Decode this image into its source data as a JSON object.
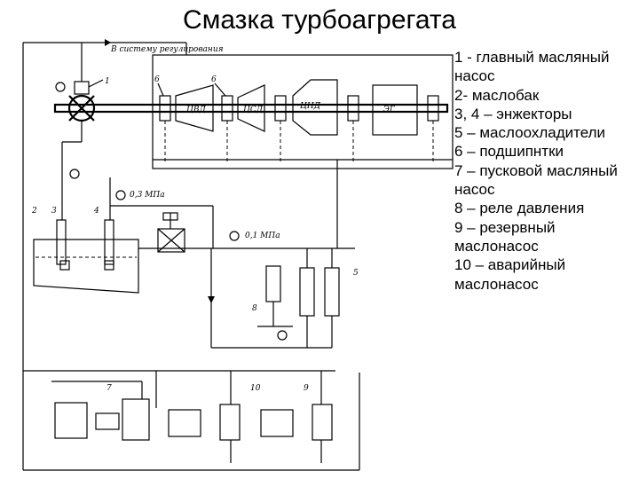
{
  "title": "Смазка турбоагрегата",
  "legend": [
    "1 - главный масляный насос",
    "2- маслобак",
    "3, 4 – энжекторы",
    "5 – маслоохладители",
    "6 – подшипнтки",
    "7 – пусковой масляный насос",
    "8 – реле давления",
    "9 – резервный маслонасос",
    "10 – аварийный маслонасос"
  ],
  "diagram": {
    "regulation_label": "В систему регулирования",
    "turbine_labels": [
      "ЦВД",
      "ЦСД",
      "ЦНД",
      "ЭГ"
    ],
    "pressure_1": "0,3 МПа",
    "pressure_2": "0,1 МПа",
    "numbers": [
      "1",
      "2",
      "3",
      "4",
      "5",
      "6",
      "6",
      "7",
      "8",
      "9",
      "10"
    ]
  }
}
